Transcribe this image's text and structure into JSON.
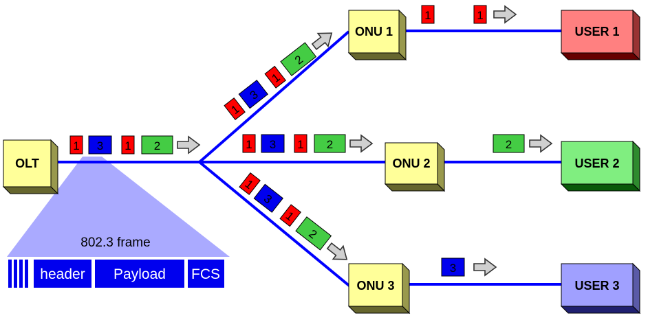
{
  "nodes": {
    "olt": "OLT",
    "onu1": "ONU 1",
    "onu2": "ONU 2",
    "onu3": "ONU 3",
    "user1": "USER 1",
    "user2": "USER 2",
    "user3": "USER 3"
  },
  "packets": {
    "olt_stream": [
      "1",
      "3",
      "1",
      "2"
    ],
    "branch1_stream": [
      "1",
      "3",
      "1",
      "2"
    ],
    "branch2_stream": [
      "1",
      "3",
      "1",
      "2"
    ],
    "branch3_stream": [
      "1",
      "3",
      "1",
      "2"
    ],
    "onu1_out": [
      "1",
      "1"
    ],
    "onu2_out": [
      "2"
    ],
    "onu3_out": [
      "3"
    ]
  },
  "frame": {
    "title": "802.3 frame",
    "header": "header",
    "payload": "Payload",
    "fcs": "FCS"
  },
  "colors": {
    "fiber": "#0000ff",
    "packet_1": "#ff0000",
    "packet_2": "#44cc44",
    "packet_3": "#0000ee",
    "onu_box": "#ffff99",
    "user1_box": "#ff8080",
    "user2_box": "#80ee80",
    "user3_box": "#a0a0ff",
    "frame_triangle": "#aaaaff",
    "frame_fields": "#0000ee"
  }
}
